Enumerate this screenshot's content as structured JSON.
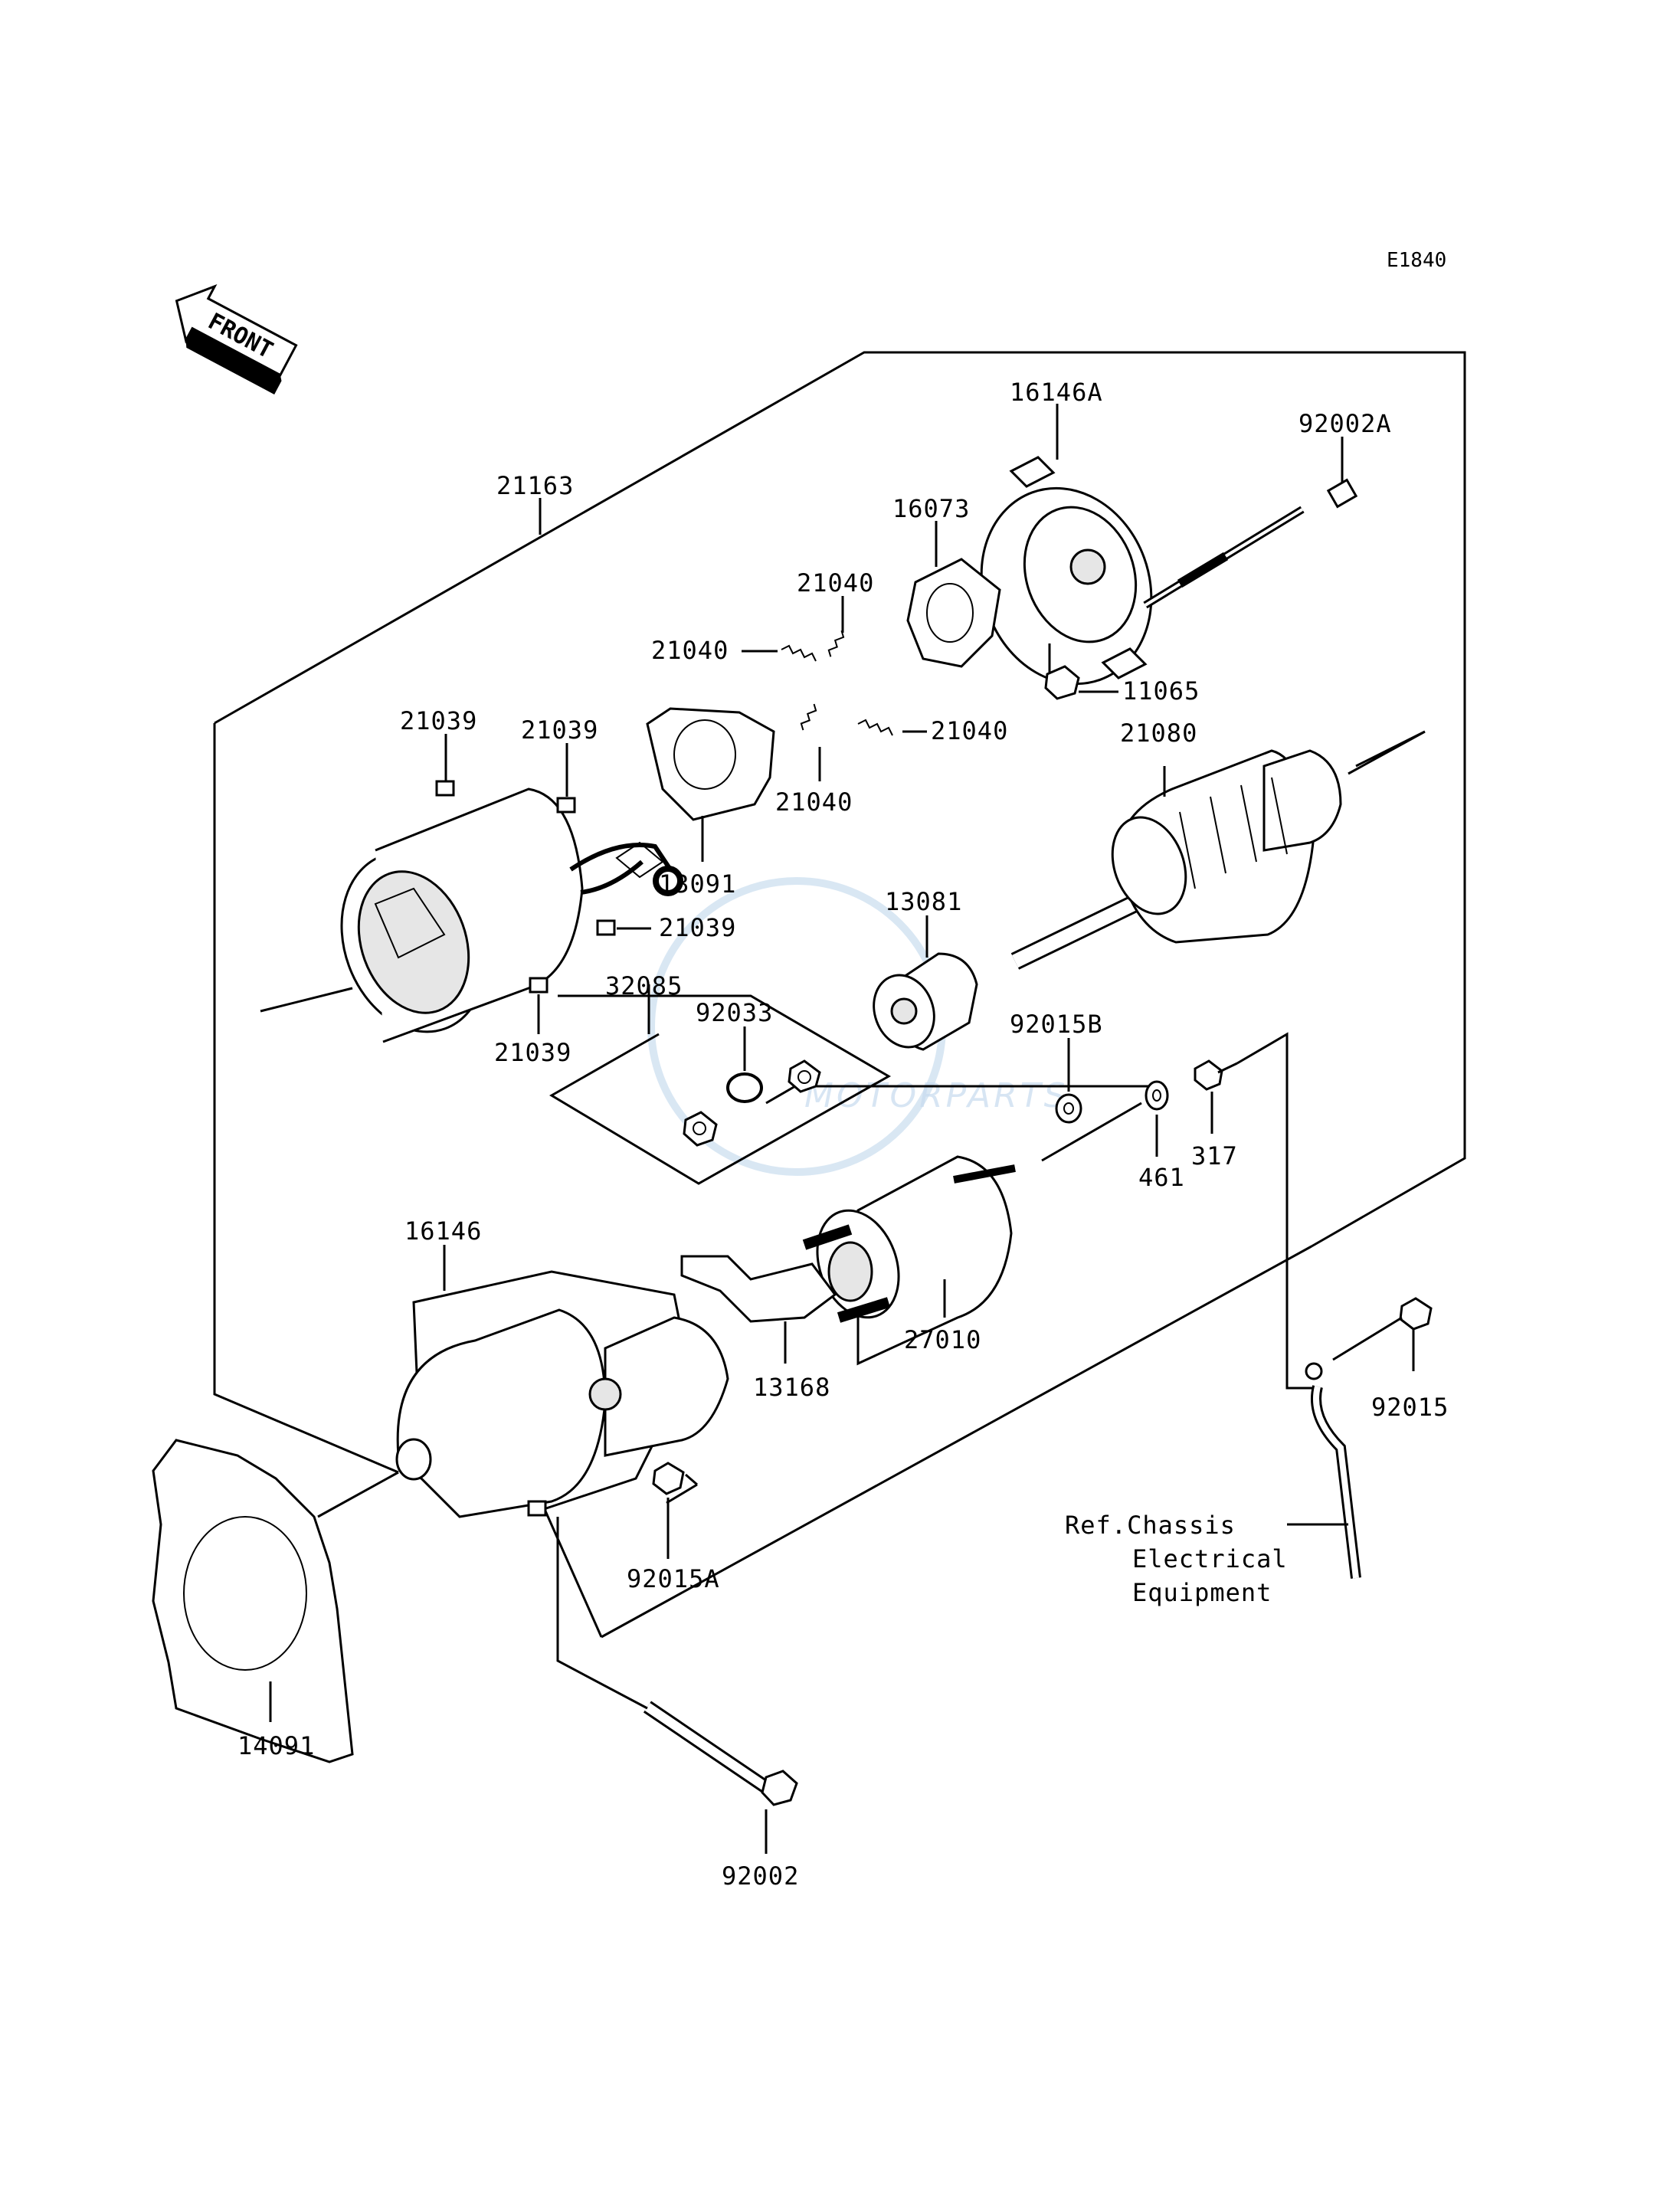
{
  "diagram_code": "E1840",
  "front_label": "FRONT",
  "watermark": "MOTORPARTS",
  "reference": {
    "line1": "Ref.Chassis",
    "line2": "Electrical",
    "line3": "Equipment"
  },
  "parts": [
    "16146A",
    "92002A",
    "21163",
    "16073",
    "21040",
    "21040",
    "11065",
    "21039",
    "21039",
    "21040",
    "21080",
    "21040",
    "13091",
    "21039",
    "13081",
    "32085",
    "21039",
    "92033",
    "92015B",
    "317",
    "461",
    "16146",
    "27010",
    "13168",
    "92015",
    "92015A",
    "14091",
    "92002"
  ]
}
